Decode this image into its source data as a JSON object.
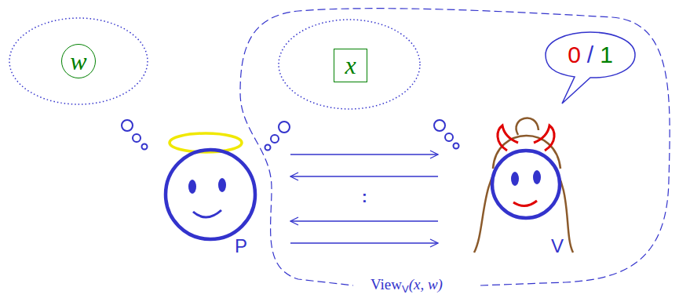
{
  "diagram": {
    "nodes": [
      {
        "text": [
          "w"
        ]
      },
      {
        "text": [
          "View",
          "V",
          "(x, w)"
        ]
      },
      {
        "text": [
          "x"
        ],
        "in": 1
      },
      {
        "text": [
          "0",
          "/",
          "1"
        ],
        "in": 1
      },
      {
        "text": [
          "P"
        ]
      },
      {
        "text": [
          "V"
        ],
        "in": 1
      }
    ],
    "edges": [
      {
        "from": 4,
        "to": 5,
        "arrow": "to"
      },
      {
        "from": 5,
        "to": 4,
        "arrow": "to"
      },
      {
        "from": 5,
        "to": 4,
        "arrow": "to"
      },
      {
        "from": 4,
        "to": 5,
        "arrow": "to"
      }
    ],
    "labels": [
      ":"
    ]
  }
}
